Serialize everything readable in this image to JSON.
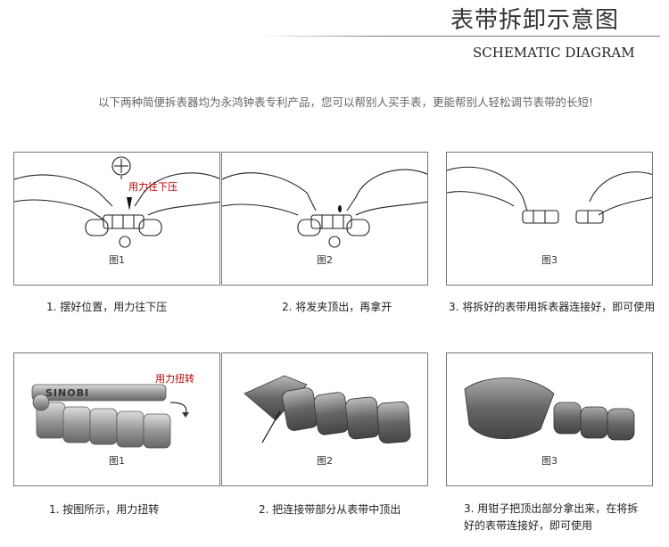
{
  "header": {
    "title_cn": "表带拆卸示意图",
    "title_en": "SCHEMATIC DIAGRAM",
    "intro": "以下两种简便拆表器均为永鸿钟表专利产品，您可以帮别人买手表，更能帮别人轻松调节表带的长短!"
  },
  "row1": {
    "panels": [
      {
        "fig": "图1",
        "caption": "1. 摆好位置，用力往下压",
        "callout": "用力往下压"
      },
      {
        "fig": "图2",
        "caption": "2. 将发夹顶出，再拿开"
      },
      {
        "fig": "图3",
        "caption": "3. 将拆好的表带用拆表器连接好，即可使用"
      }
    ]
  },
  "row2": {
    "panels": [
      {
        "fig": "图1",
        "caption": "1. 按图所示，用力扭转",
        "callout": "用力扭转",
        "tool_brand": "SINOBI"
      },
      {
        "fig": "图2",
        "caption": "2. 把连接带部分从表带中顶出"
      },
      {
        "fig": "图3",
        "caption": "3. 用钳子把顶出部分拿出来，在将拆好的表带连接好，即可使用"
      }
    ]
  },
  "colors": {
    "callout": "#bb0000",
    "border": "#777777"
  }
}
